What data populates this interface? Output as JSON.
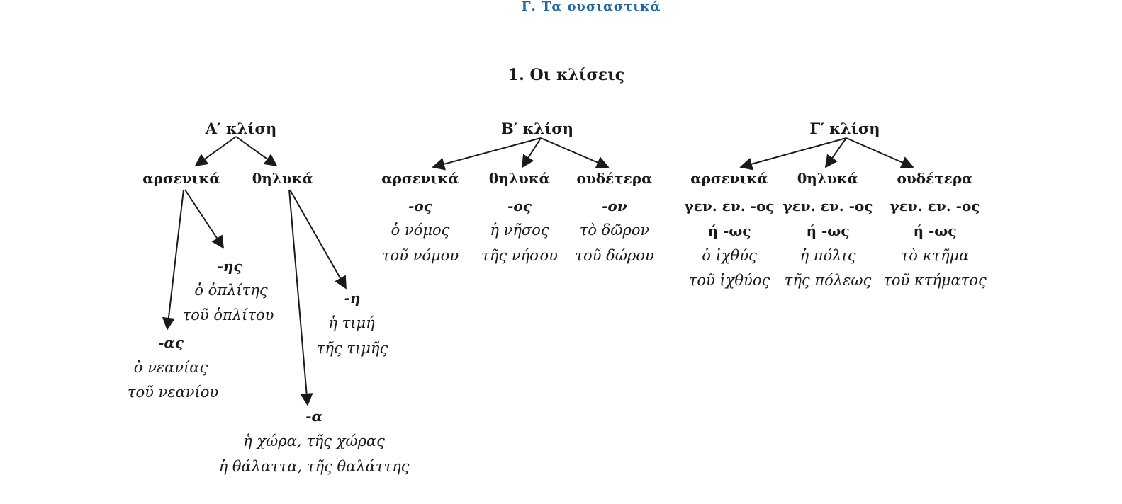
{
  "header": {
    "text": "Γ. Τα ουσιαστικά",
    "color": "#2166a5"
  },
  "title": "1. Οι κλίσεις",
  "declensions": [
    {
      "name": "Α′ κλίση",
      "genders": [
        {
          "name": "αρσενικά",
          "groups": [
            {
              "ending": "-ης",
              "examples": [
                "ὁ ὁπλίτης",
                "τοῦ ὁπλίτου"
              ]
            },
            {
              "ending": "-ας",
              "examples": [
                "ὁ νεανίας",
                "τοῦ νεανίου"
              ]
            }
          ]
        },
        {
          "name": "θηλυκά",
          "groups": [
            {
              "ending": "-η",
              "examples": [
                "ἡ τιμή",
                "τῆς τιμῆς"
              ]
            },
            {
              "ending": "-α",
              "examples": [
                "ἡ χώρα, τῆς χώρας",
                "ἡ θάλαττα, τῆς θαλάττης"
              ]
            }
          ]
        }
      ]
    },
    {
      "name": "Β′ κλίση",
      "genders": [
        {
          "name": "αρσενικά",
          "ending": "-ος",
          "examples": [
            "ὁ νόμος",
            "τοῦ νόμου"
          ]
        },
        {
          "name": "θηλυκά",
          "ending": "-ος",
          "examples": [
            "ἡ νῆσος",
            "τῆς νήσου"
          ]
        },
        {
          "name": "ουδέτερα",
          "ending": "-ον",
          "examples": [
            "τὸ δῶρον",
            "τοῦ δώρου"
          ]
        }
      ]
    },
    {
      "name": "Γ′ κλίση",
      "genders": [
        {
          "name": "αρσενικά",
          "ending_line1": "γεν. εν. -ος",
          "ending_line2": "ή -ως",
          "examples": [
            "ὁ ἰχθύς",
            "τοῦ ἰχθύος"
          ]
        },
        {
          "name": "θηλυκά",
          "ending_line1": "γεν. εν. -ος",
          "ending_line2": "ή -ως",
          "examples": [
            "ἡ πόλις",
            "τῆς πόλεως"
          ]
        },
        {
          "name": "ουδέτερα",
          "ending_line1": "γεν. εν. -ος",
          "ending_line2": "ή -ως",
          "examples": [
            "τὸ κτῆμα",
            "τοῦ κτήματος"
          ]
        }
      ]
    }
  ]
}
